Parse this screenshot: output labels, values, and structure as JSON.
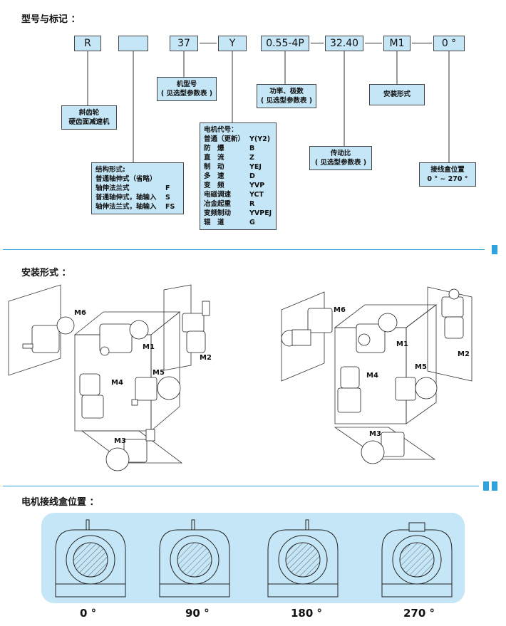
{
  "section1": {
    "title": "型号与标记 ："
  },
  "codes": [
    "R",
    "",
    "37",
    "Y",
    "0.55-4P",
    "32.40",
    "M1",
    "0 °"
  ],
  "code_separators": [
    "—",
    "—",
    "—",
    "—"
  ],
  "labels": {
    "helical": [
      "斜齿轮",
      "硬齿面减速机"
    ],
    "frame": [
      "机型号",
      "( 见选型参数表 )"
    ],
    "power": [
      "功率、极数",
      "( 见选型参数表 )"
    ],
    "mounting": "安装形式",
    "ratio": [
      "传动比",
      "( 见选型参数表 )"
    ],
    "terminal": [
      "接线盒位置",
      "0 ° ~ 270 °"
    ]
  },
  "structure": {
    "title": "结构形式:",
    "rows": [
      {
        "name": "普通轴伸式（省略）",
        "code": ""
      },
      {
        "name": "轴伸法兰式",
        "code": "F"
      },
      {
        "name": "普通轴伸式，轴输入",
        "code": "S"
      },
      {
        "name": "轴伸法兰式，轴输入",
        "code": "FS"
      }
    ]
  },
  "motor": {
    "title": "电机代号：",
    "rows": [
      {
        "name": "普通（更新）",
        "code": "Y(Y2)"
      },
      {
        "name": "防　爆",
        "code": "B"
      },
      {
        "name": "直　流",
        "code": "Z"
      },
      {
        "name": "制　动",
        "code": "YEJ"
      },
      {
        "name": "多　速",
        "code": "D"
      },
      {
        "name": "变　频",
        "code": "YVP"
      },
      {
        "name": "电磁调速",
        "code": "YCT"
      },
      {
        "name": "冶金起重",
        "code": "R"
      },
      {
        "name": "变频制动",
        "code": "YVPEJ"
      },
      {
        "name": "辊　道",
        "code": "G"
      }
    ]
  },
  "section2": {
    "title": "安装形式 ："
  },
  "mounting_positions": [
    "M1",
    "M2",
    "M3",
    "M4",
    "M5",
    "M6"
  ],
  "section3": {
    "title": "电机接线盒位置 ："
  },
  "terminal_positions": [
    "0 °",
    "90 °",
    "180 °",
    "270 °"
  ],
  "colors": {
    "accent": "#2fa4dc",
    "box_fill": "#c5e6f6"
  }
}
